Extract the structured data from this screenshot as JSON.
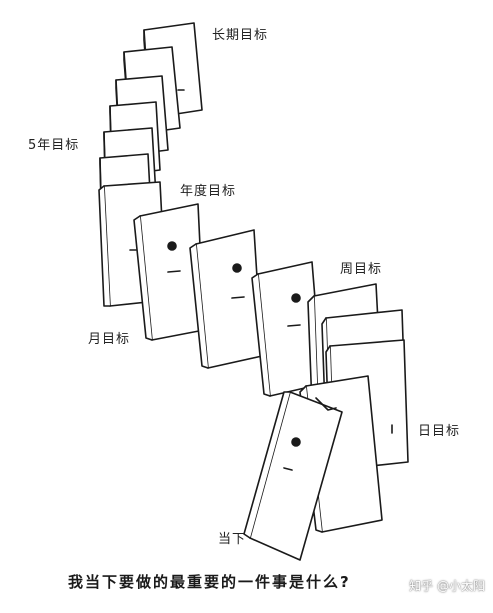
{
  "labels": {
    "long_term": "长期目标",
    "five_year": "5年目标",
    "annual": "年度目标",
    "weekly": "周目标",
    "monthly": "月目标",
    "daily": "日目标",
    "now": "当下"
  },
  "caption": "我当下要做的最重要的一件事是什么?",
  "watermark": "知乎 @小太阳",
  "colors": {
    "ink": "#1a1a1a",
    "paper": "#ffffff"
  }
}
